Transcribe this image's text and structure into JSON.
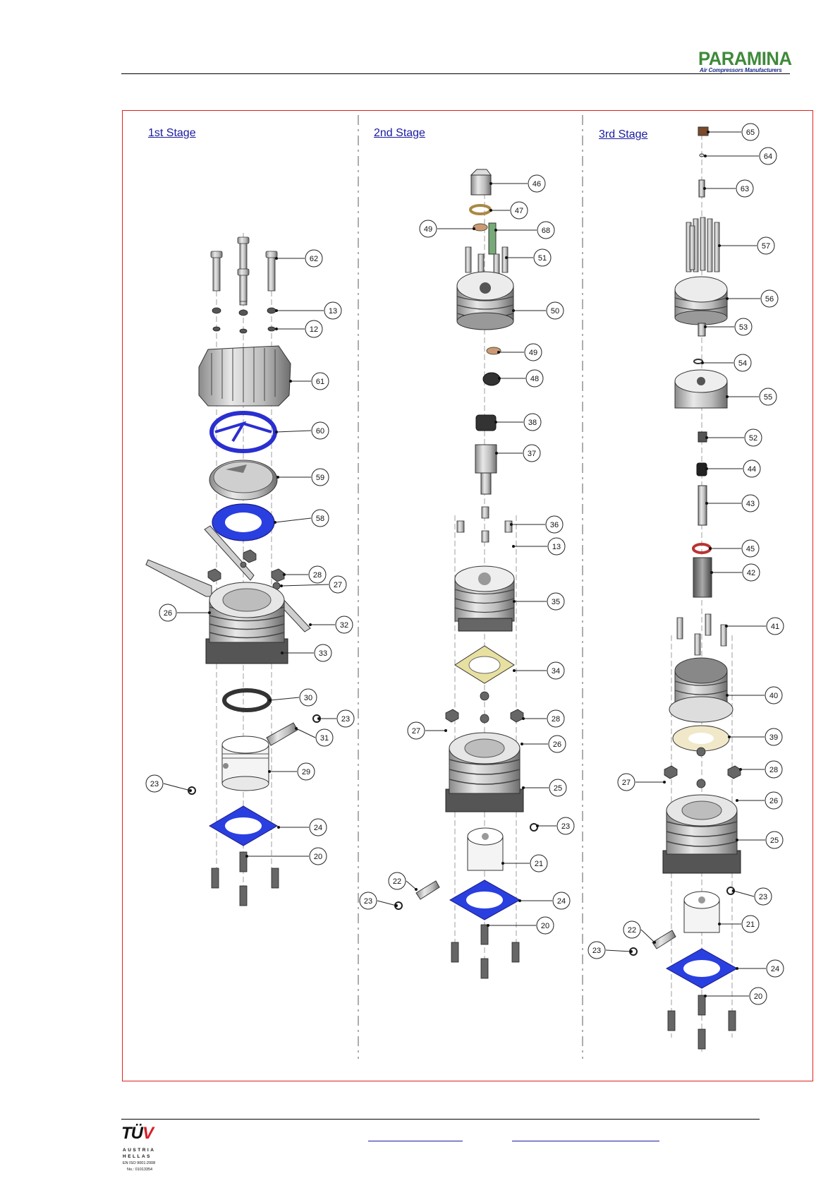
{
  "header": {
    "logo_text": "PARAMINA",
    "logo_tagline": "Air Compressors Manufacturers"
  },
  "stages": [
    {
      "title": "1st Stage"
    },
    {
      "title": "2nd Stage"
    },
    {
      "title": "3rd Stage"
    }
  ],
  "callouts": {
    "stage1": [
      "62",
      "13",
      "12",
      "61",
      "60",
      "59",
      "58",
      "28",
      "27",
      "26",
      "32",
      "33",
      "30",
      "23",
      "31",
      "23",
      "29",
      "24",
      "20"
    ],
    "stage2": [
      "46",
      "47",
      "49",
      "68",
      "51",
      "50",
      "49",
      "48",
      "38",
      "37",
      "36",
      "13",
      "35",
      "34",
      "28",
      "27",
      "26",
      "25",
      "23",
      "21",
      "22",
      "23",
      "24",
      "20"
    ],
    "stage3": [
      "65",
      "64",
      "63",
      "57",
      "56",
      "53",
      "54",
      "55",
      "52",
      "44",
      "43",
      "45",
      "42",
      "41",
      "40",
      "39",
      "28",
      "27",
      "26",
      "25",
      "23",
      "21",
      "22",
      "23",
      "24",
      "20"
    ]
  },
  "footer": {
    "cert_brand": "TÜV",
    "cert_line1": "AUSTRIA",
    "cert_line2": "HELLAS",
    "cert_iso": "EN ISO 9001:2008",
    "cert_no": "No.: 01013354"
  },
  "colors": {
    "frame": "#e02020",
    "gasket": "#2a2fd0",
    "brand_green": "#3f8a3a",
    "link_blue": "#1a1aa0"
  }
}
